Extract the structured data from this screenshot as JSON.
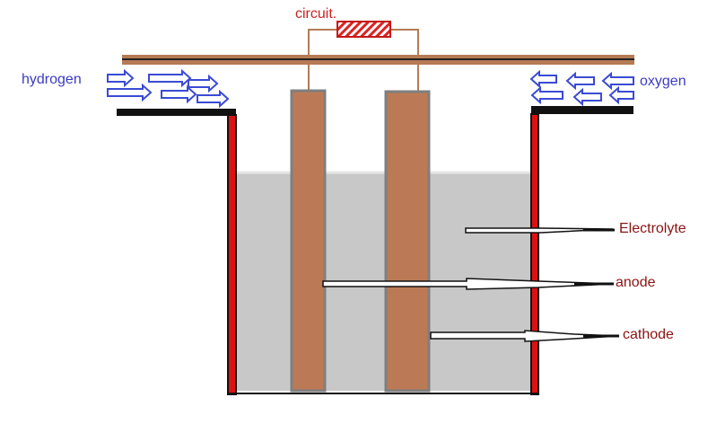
{
  "labels": {
    "circuit": "circuit.",
    "hydrogen": "hydrogen",
    "oxygen": "oxygen",
    "electrolyte": "Electrolyte",
    "anode": "anode",
    "cathode": "cathode"
  },
  "colors": {
    "rod": "#bb7a55",
    "rod_border": "#7f7f7f",
    "bar": "#b57b55",
    "wall": "#dd1111",
    "electrolyte": "#c8c8c8",
    "arrow": "#3b4bd4",
    "resistor": "#dd2222"
  }
}
